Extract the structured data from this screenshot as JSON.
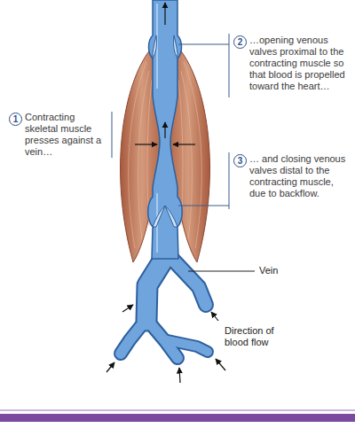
{
  "diagram": {
    "labels": [
      "1",
      "Contracting skeletal muscle presses against a vein…",
      "2",
      "…opening venous valves proximal to the contracting muscle so that blood is propelled toward the heart…",
      "3",
      "… and closing venous valves distal to the contracting muscle, due to backflow.",
      "Vein",
      "Direction of blood flow"
    ]
  }
}
